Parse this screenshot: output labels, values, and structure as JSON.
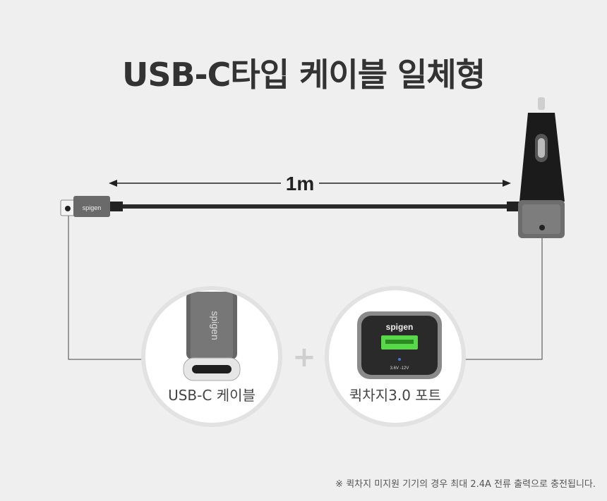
{
  "title": "USB-C타입 케이블 일체형",
  "length_label": "1m",
  "brand": "spigen",
  "left_item": {
    "label": "USB-C 케이블"
  },
  "right_item": {
    "label": "퀵차지3.0 포트",
    "voltage": "3.6V -12V"
  },
  "plus_symbol": "+",
  "footnote": "※ 퀵차지 미지원 기기의 경우 최대 2.4A 전류 출력으로 충전됩니다.",
  "colors": {
    "background": "#efefef",
    "accent_green": "#57d94a",
    "text": "#333333"
  }
}
